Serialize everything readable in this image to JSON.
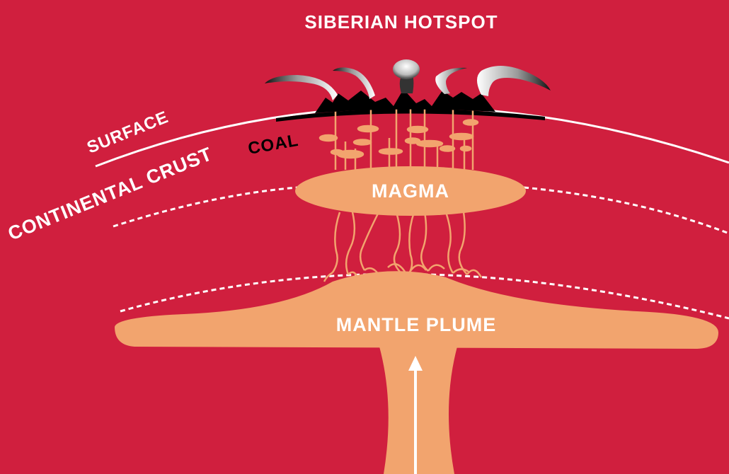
{
  "labels": {
    "title": "SIBERIAN HOTSPOT",
    "surface": "SURFACE",
    "coal": "COAL",
    "continental_crust": "CONTINENTAL CRUST",
    "magma": "MAGMA",
    "mantle_plume": "MANTLE PLUME"
  },
  "colors": {
    "background": "#d01f3e",
    "magma": "#f2a46e",
    "line": "#ffffff",
    "rock": "#000000"
  }
}
